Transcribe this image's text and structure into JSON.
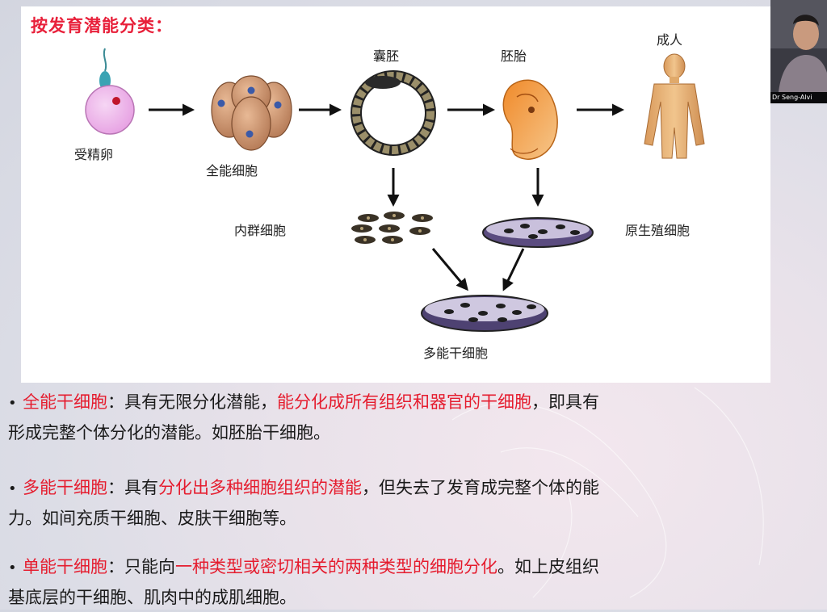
{
  "title": "按发育潜能分类：",
  "labels": {
    "zygote": "受精卵",
    "totipotent": "全能细胞",
    "blastocyst": "囊胚",
    "embryo": "胚胎",
    "adult": "成人",
    "inner_mass": "内群细胞",
    "germ_cells": "原生殖细胞",
    "pluripotent": "多能干细胞"
  },
  "video": {
    "participant_name": "Dr Seng-Alvi"
  },
  "bullets": [
    {
      "term": "全能干细胞",
      "sep": "：具有无限分化潜能，",
      "highlight": "能分化成所有组织和器官的干细胞",
      "rest_line1": "，即具有",
      "line2": "形成完整个体分化的潜能。如胚胎干细胞。"
    },
    {
      "term": "多能干细胞",
      "sep": "：具有",
      "highlight": "分化出多种细胞组织的潜能",
      "rest_line1": "，但失去了发育成完整个体的能",
      "line2": "力。如间充质干细胞、皮肤干细胞等。"
    },
    {
      "term": "单能干细胞",
      "sep": "：只能向",
      "highlight": "一种类型或密切相关的两种类型的细胞分化",
      "rest_line1": "。如上皮组织",
      "line2": "基底层的干细胞、肌肉中的成肌细胞。"
    }
  ],
  "colors": {
    "accent_red": "#e51c2e",
    "title_red": "#e8203a"
  }
}
